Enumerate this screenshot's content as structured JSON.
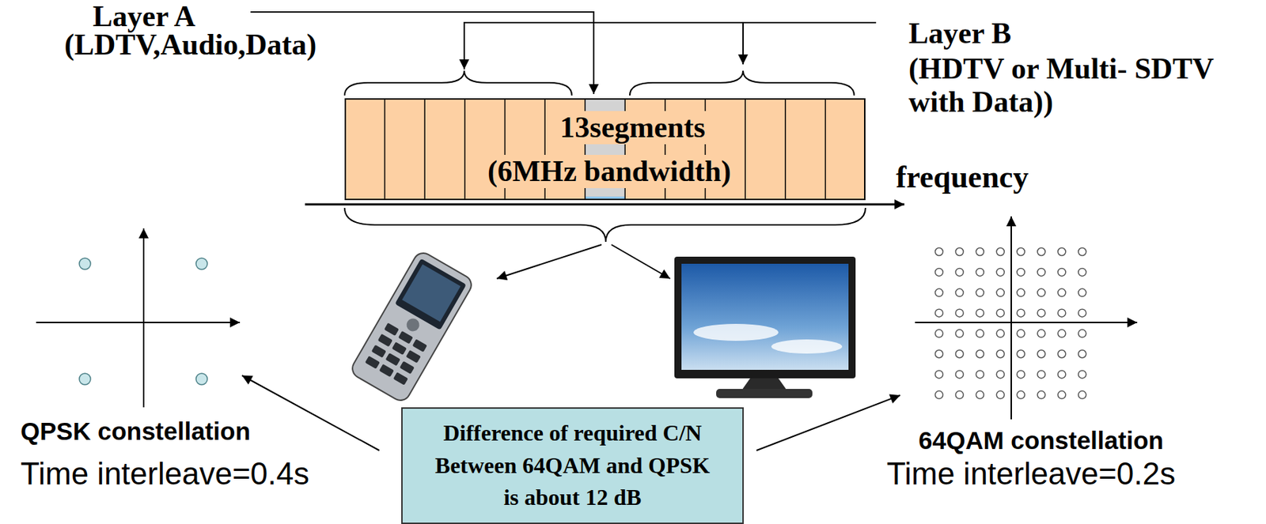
{
  "diagram": {
    "nodes": [
      {
        "text": [
          "13segments",
          "(6MHz bandwidth)"
        ]
      },
      {
        "text": [
          "Difference of required C/N Between 64QAM and QPSK is about 12 dB"
        ]
      }
    ],
    "labels": [
      "Layer A",
      "(LDTV,Audio,Data)",
      "Layer B",
      "(HDTV or Multi- SDTV with Data))",
      "frequency",
      "QPSK constellation",
      "Time interleave=0.4s",
      "64QAM constellation",
      "Time interleave=0.2s"
    ]
  }
}
